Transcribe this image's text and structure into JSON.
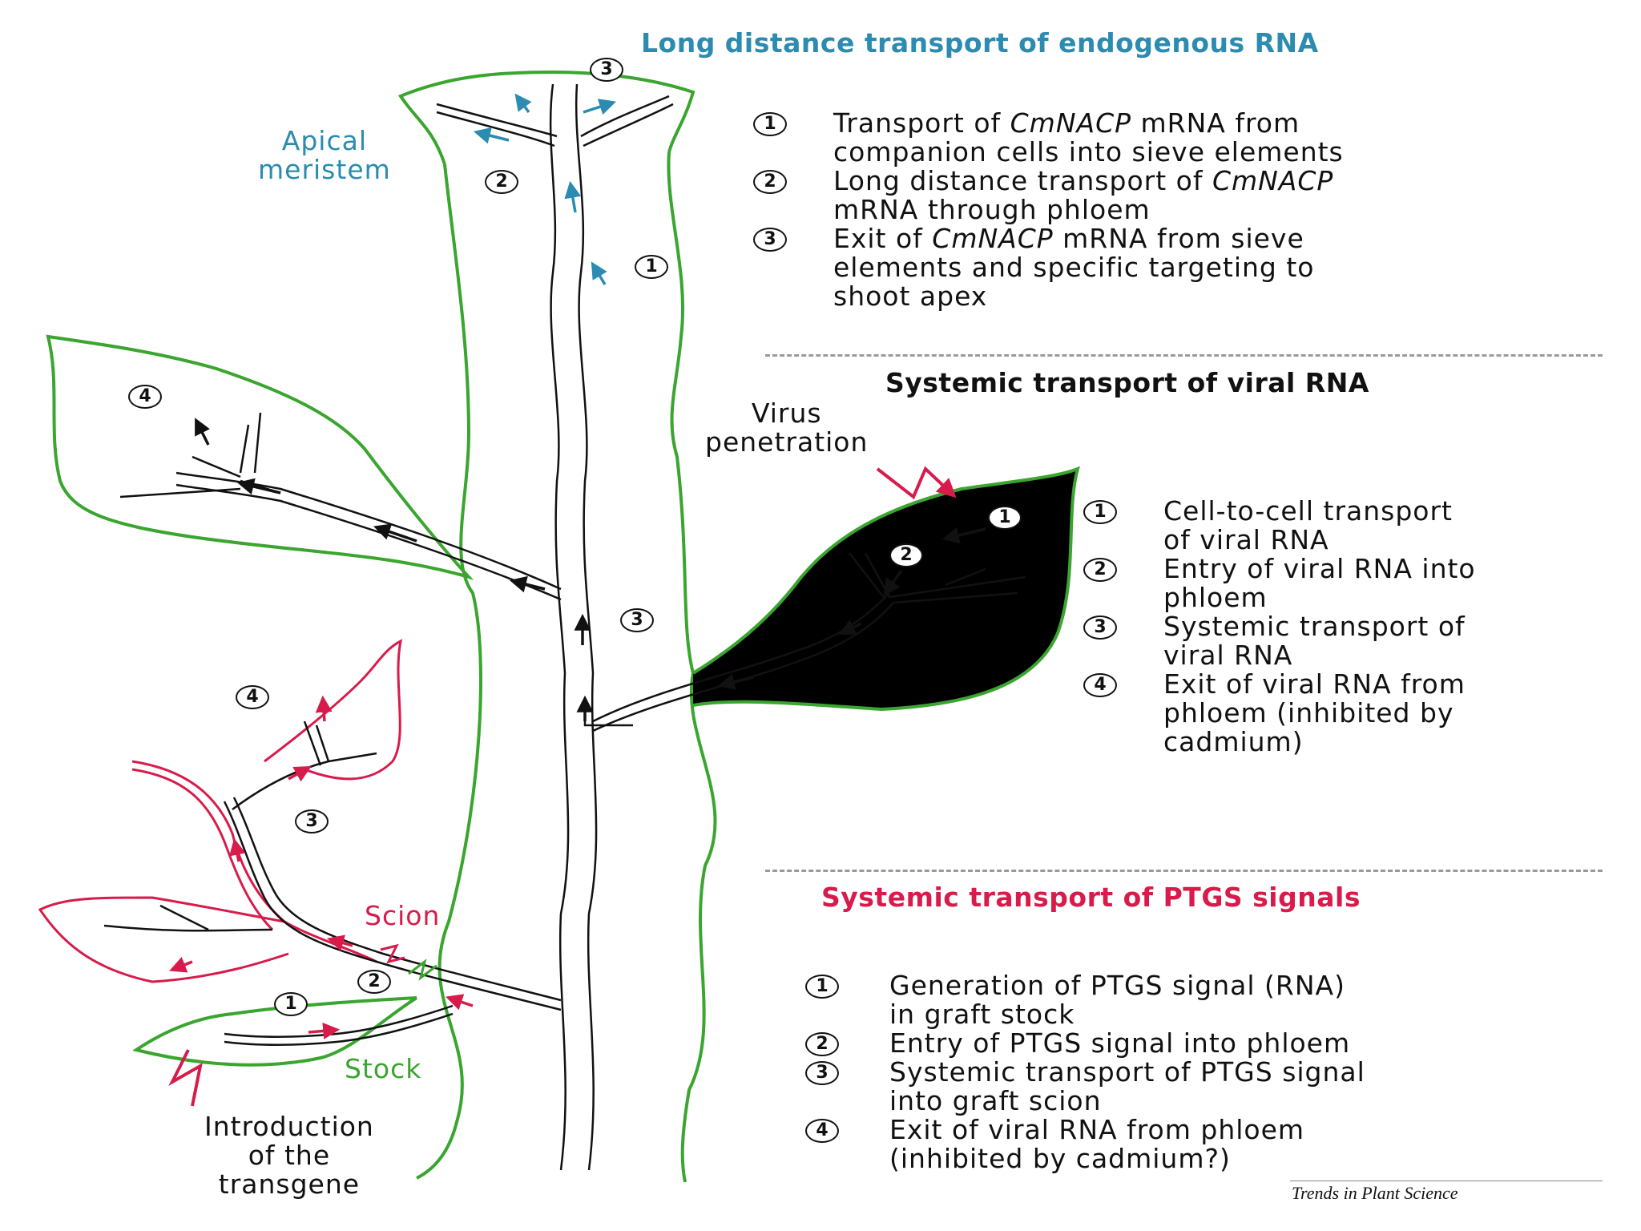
{
  "sections": {
    "endogenous": {
      "title": "Long distance transport of endogenous RNA",
      "items": [
        {
          "num": "1",
          "lines": [
            "Transport of *CmNACP* mRNA from",
            "companion cells into sieve elements"
          ]
        },
        {
          "num": "2",
          "lines": [
            "Long distance transport of *CmNACP*",
            "mRNA through phloem"
          ]
        },
        {
          "num": "3",
          "lines": [
            "Exit of *CmNACP* mRNA from sieve",
            "elements and specific targeting to",
            "shoot apex"
          ]
        }
      ]
    },
    "viral": {
      "title": "Systemic transport of viral RNA",
      "items": [
        {
          "num": "1",
          "lines": [
            "Cell-to-cell transport",
            "of viral RNA"
          ]
        },
        {
          "num": "2",
          "lines": [
            "Entry of viral RNA into",
            "phloem"
          ]
        },
        {
          "num": "3",
          "lines": [
            "Systemic transport of",
            "viral RNA"
          ]
        },
        {
          "num": "4",
          "lines": [
            "Exit of viral RNA from",
            "phloem (inhibited by",
            "cadmium)"
          ]
        }
      ]
    },
    "ptgs": {
      "title": "Systemic transport of PTGS signals",
      "items": [
        {
          "num": "1",
          "lines": [
            "Generation of PTGS signal (RNA)",
            "in graft stock"
          ]
        },
        {
          "num": "2",
          "lines": [
            "Entry of PTGS signal into phloem"
          ]
        },
        {
          "num": "3",
          "lines": [
            "Systemic transport of PTGS signal",
            "into graft scion"
          ]
        },
        {
          "num": "4",
          "lines": [
            "Exit of viral RNA from phloem",
            "(inhibited by cadmium?)"
          ]
        }
      ]
    }
  },
  "labels": {
    "apical_meristem": [
      "Apical",
      "meristem"
    ],
    "virus_penetration": [
      "Virus",
      "penetration"
    ],
    "scion": "Scion",
    "stock": "Stock",
    "transgene": [
      "Introduction",
      "of the",
      "transgene"
    ]
  },
  "markers": {
    "apex_3": "3",
    "apex_2": "2",
    "apex_1": "1",
    "left_leaf_4": "4",
    "stem_3": "3",
    "right_leaf_1": "1",
    "right_leaf_2": "2",
    "red_top_4": "4",
    "red_mid_3": "3",
    "graft_2": "2",
    "stock_1": "1"
  },
  "credit": "Trends in Plant Science",
  "colors": {
    "green": "#3aa52f",
    "blue": "#2b8bb0",
    "red": "#d81b4a",
    "black": "#111111",
    "dashed_rule": "#9a9a9a"
  }
}
